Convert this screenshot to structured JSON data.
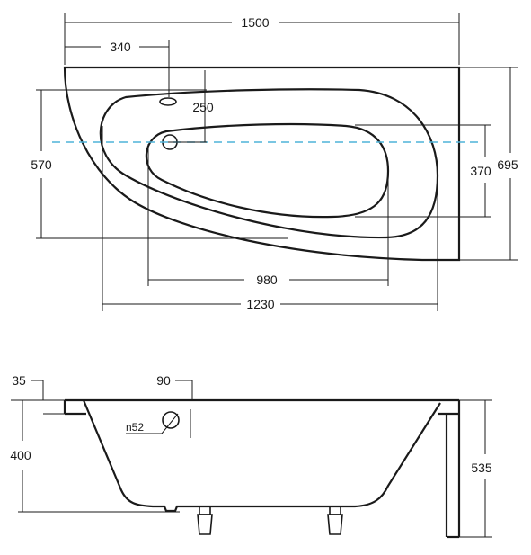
{
  "top_view": {
    "overall_length": "1500",
    "waste_offset": "340",
    "waste_depth": "250",
    "overall_depth_left": "570",
    "inner_width": "370",
    "overall_depth_right": "695",
    "inner_length": "980",
    "outer_bowl_length": "1230"
  },
  "side_view": {
    "rim_thickness": "35",
    "overflow_offset": "90",
    "overflow_diameter": "n52",
    "bowl_depth": "400",
    "total_height": "535"
  },
  "colors": {
    "line": "#1a1a1a",
    "axis": "#4fb3d9"
  }
}
